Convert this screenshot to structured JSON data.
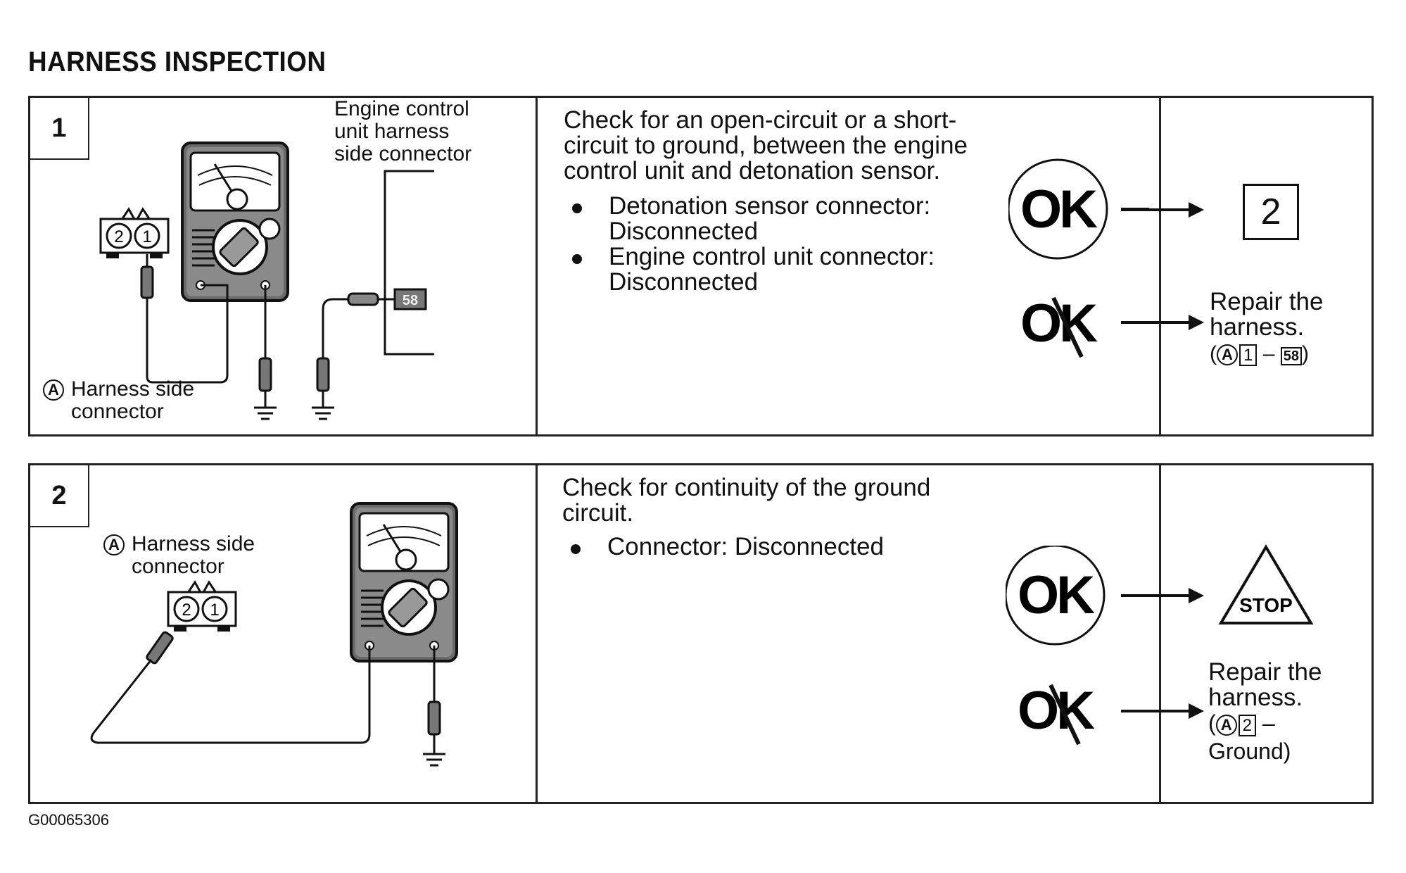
{
  "title": "HARNESS INSPECTION",
  "figure_code": "G00065306",
  "steps": [
    {
      "number": "1",
      "diagram": {
        "ecu_connector_label": "Engine control\nunit harness\nside connector",
        "harness_connector_label": "Harness side\nconnector",
        "marker_a": "A",
        "pin_labels": [
          "2",
          "1"
        ],
        "terminal_label": "58"
      },
      "description": "Check for an open-circuit or a short-\ncircuit to ground, between the engine\ncontrol unit and detonation sensor.",
      "bullets": [
        "Detonation sensor connector:\nDisconnected",
        "Engine control unit connector:\nDisconnected"
      ],
      "ok_symbol": "OK",
      "ng_symbol": "OK",
      "ok_result": "2",
      "ng_result": "Repair the\nharness.",
      "ng_ref": {
        "open": "(",
        "marker": "A",
        "from": "1",
        "dash": "–",
        "to": "58",
        "close": ")"
      }
    },
    {
      "number": "2",
      "diagram": {
        "harness_connector_label": "Harness side\nconnector",
        "marker_a": "A",
        "pin_labels": [
          "2",
          "1"
        ]
      },
      "description": "Check for continuity of the ground\ncircuit.",
      "bullets": [
        "Connector: Disconnected"
      ],
      "ok_symbol": "OK",
      "ng_symbol": "OK",
      "ok_result": "STOP",
      "ng_result": "Repair the\nharness.",
      "ng_ref": {
        "open": "(",
        "marker": "A",
        "from": "2",
        "dash": "–",
        "to": "Ground)",
        "close": ""
      }
    }
  ]
}
